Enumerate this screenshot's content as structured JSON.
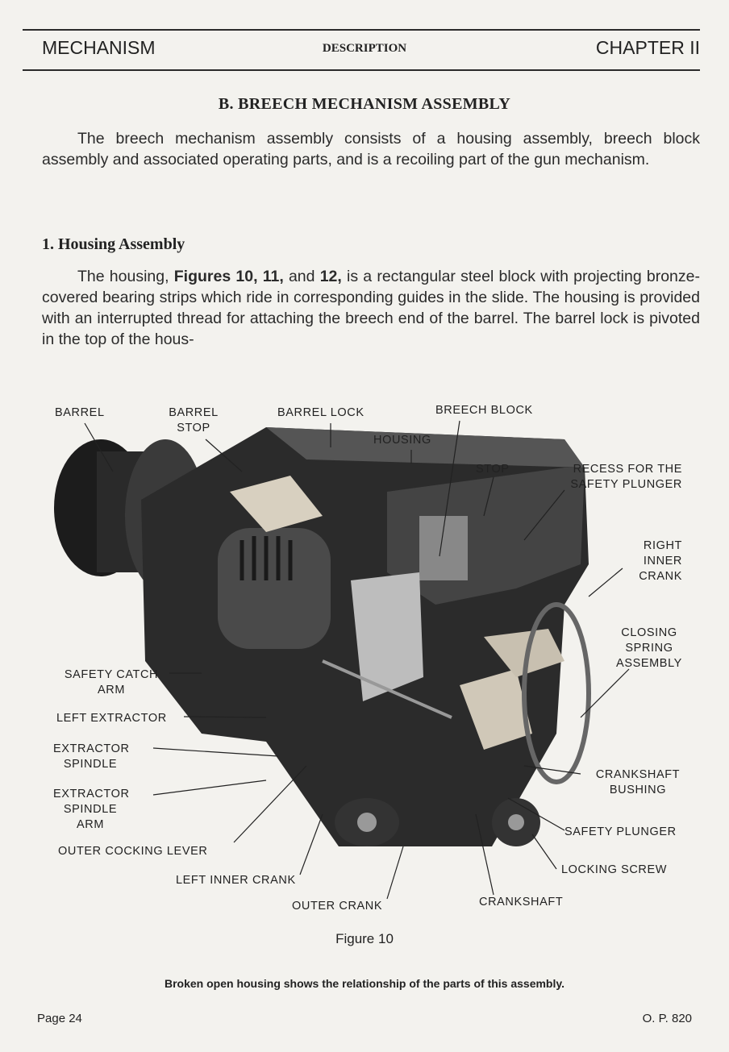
{
  "header": {
    "left": "MECHANISM",
    "center": "DESCRIPTION",
    "right": "CHAPTER II"
  },
  "section_title": "B.  BREECH MECHANISM ASSEMBLY",
  "intro_paragraph": "The breech mechanism assembly consists of a housing assembly, breech block assembly and associated operating parts, and is a recoiling part of the gun mechanism.",
  "subsection_title": "1.  Housing Assembly",
  "housing_paragraph": {
    "before": "The housing, ",
    "bold": "Figures 10, 11,",
    "middle": " and ",
    "bold2": "12,",
    "after": " is a rectangular steel block with projecting bronze-covered bearing strips which ride in corresponding guides in the slide.  The housing is provided with an interrupted thread for attaching the breech end of the barrel.  The barrel lock is pivoted in the top of the hous-"
  },
  "figure": {
    "labels": {
      "barrel": "BARREL",
      "barrel_stop": "BARREL\nSTOP",
      "barrel_lock": "BARREL LOCK",
      "breech_block": "BREECH BLOCK",
      "housing": "HOUSING",
      "stop": "STOP",
      "recess": "RECESS FOR THE\nSAFETY PLUNGER",
      "right_inner_crank": "RIGHT\nINNER\nCRANK",
      "closing_spring": "CLOSING\nSPRING\nASSEMBLY",
      "safety_catch_arm": "SAFETY CATCH\nARM",
      "left_extractor": "LEFT EXTRACTOR",
      "extractor_spindle": "EXTRACTOR\nSPINDLE",
      "extractor_spindle_arm": "EXTRACTOR\nSPINDLE\nARM",
      "outer_cocking_lever": "OUTER COCKING LEVER",
      "left_inner_crank": "LEFT INNER CRANK",
      "outer_crank": "OUTER CRANK",
      "crankshaft": "CRANKSHAFT",
      "crankshaft_bushing": "CRANKSHAFT\nBUSHING",
      "safety_plunger": "SAFETY PLUNGER",
      "locking_screw": "LOCKING SCREW"
    },
    "title": "Figure 10",
    "caption": "Broken open housing shows the relationship of the parts of this assembly."
  },
  "footer": {
    "page": "Page 24",
    "ref": "O. P. 820"
  }
}
